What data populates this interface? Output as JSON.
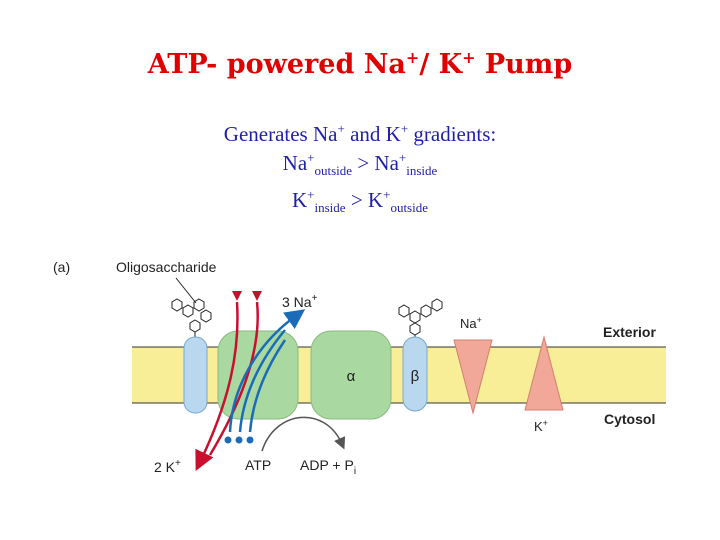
{
  "title": {
    "prefix": "ATP- powered Na",
    "sup1": "+",
    "middle": "/ K",
    "sup2": "+",
    "suffix": " Pump"
  },
  "subtitle": {
    "line1": {
      "a": "Generates Na",
      "sup_a": "+",
      "b": " and K",
      "sup_b": "+",
      "c": " gradients:"
    },
    "line2": {
      "a": "Na",
      "sup_a": "+",
      "sub_a": "outside",
      "op": " > Na",
      "sup_b": "+",
      "sub_b": "inside"
    },
    "line3": {
      "a": "K",
      "sup_a": "+",
      "sub_a": "inside",
      "op": " > K",
      "sup_b": "+",
      "sub_b": "outside"
    }
  },
  "diagram": {
    "panel_label": "(a)",
    "oligosaccharide_label": "Oligosaccharide",
    "exterior_label": "Exterior",
    "cytosol_label": "Cytosol",
    "na_out_label": "3 Na",
    "na_out_sup": "+",
    "k_in_label": "2 K",
    "k_in_sup": "+",
    "atp_label": "ATP",
    "adp_label": "ADP + P",
    "adp_sub": "i",
    "alpha_label": "α",
    "beta_label": "β",
    "na_triangle_label": "Na",
    "na_triangle_sup": "+",
    "k_triangle_label": "K",
    "k_triangle_sup": "+",
    "colors": {
      "membrane": "#f8ee98",
      "membrane_edge": "#333333",
      "protein_green": "#a9d8a0",
      "protein_blue": "#b9d8f0",
      "na_arrow": "#1a6bb8",
      "k_arrow": "#c8102e",
      "triangle": "#f2a898"
    }
  }
}
